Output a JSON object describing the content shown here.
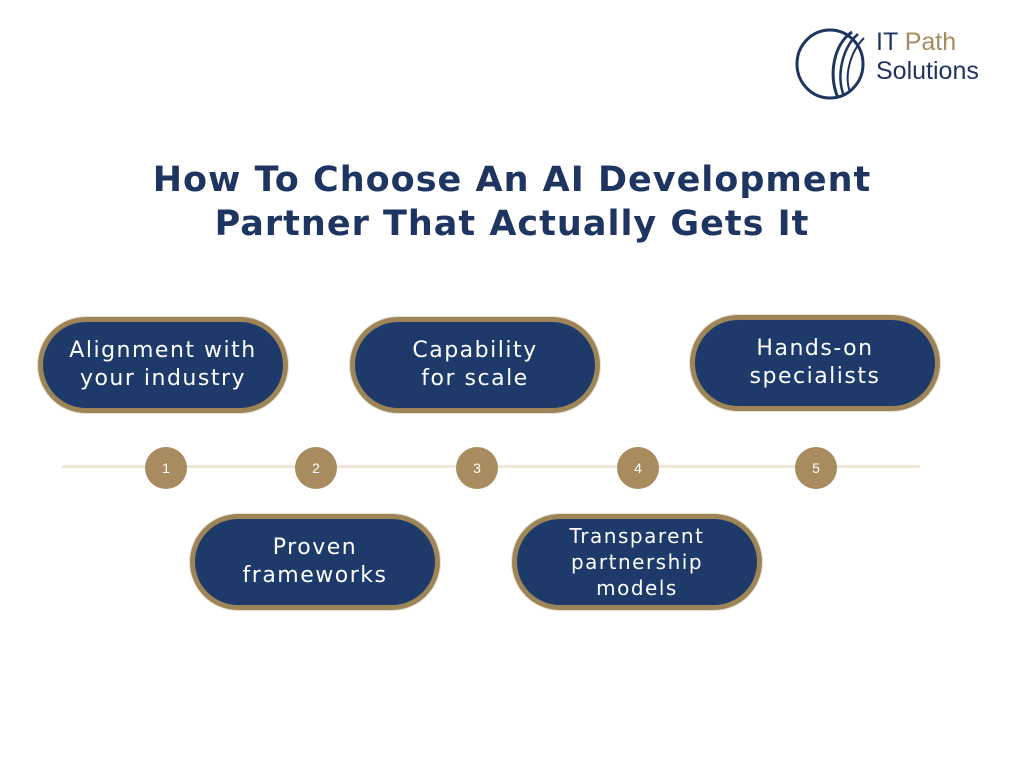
{
  "logo": {
    "line1_part1": "IT ",
    "line1_part2": "Path",
    "line2": "Solutions",
    "colors": {
      "primary": "#1d3560",
      "accent": "#a88b5e"
    }
  },
  "title": {
    "line1": "How To Choose An AI Development",
    "line2": "Partner That Actually Gets It"
  },
  "steps": [
    {
      "number": "1",
      "lines": [
        "Alignment with",
        "your industry"
      ]
    },
    {
      "number": "2",
      "lines": [
        "Proven",
        "frameworks"
      ]
    },
    {
      "number": "3",
      "lines": [
        "Capability",
        "for scale"
      ]
    },
    {
      "number": "4",
      "lines": [
        "Transparent",
        "partnership",
        "models"
      ]
    },
    {
      "number": "5",
      "lines": [
        "Hands-on",
        "specialists"
      ]
    }
  ],
  "colors": {
    "pill_fill": "#1d3a6b",
    "pill_border": "#9e8558",
    "node_fill": "#a88b5e",
    "timeline": "#f2e7d6",
    "title": "#1d3560"
  }
}
